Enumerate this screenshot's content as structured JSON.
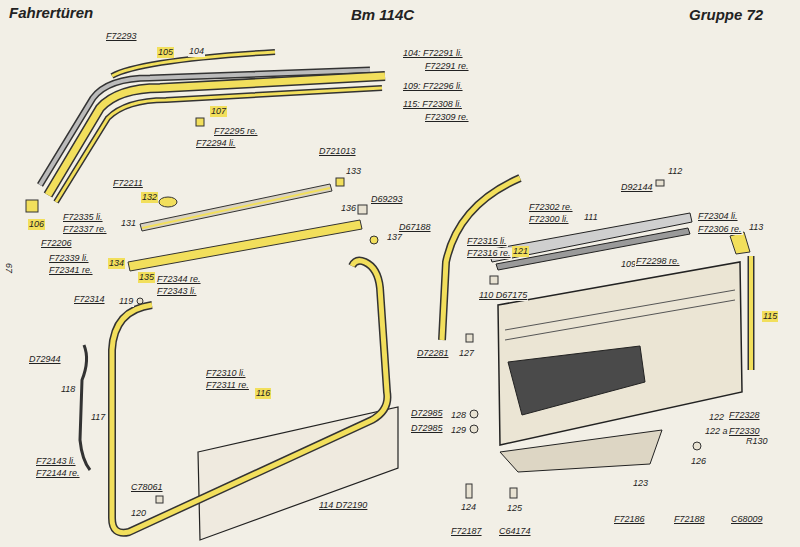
{
  "diagram": {
    "title": "Fahrertüren",
    "labels": [
      "Bm 114C",
      "Gruppe 72",
      "67",
      "F72293",
      "105",
      "104",
      "104: F72291 li.",
      "F72291 re.",
      "109: F72296 li.",
      "115: F72308 li.",
      "F72309 re.",
      "107",
      "F72295 re.",
      "F72294 li.",
      "D721013",
      "133",
      "F72211",
      "132",
      "F72335 li.",
      "F72337 re.",
      "131",
      "106",
      "F72206",
      "136",
      "D69293",
      "137",
      "D67188",
      "F72339 li.",
      "F72341 re.",
      "134",
      "135",
      "F72344 re.",
      "F72343 li.",
      "F72314",
      "119",
      "D72944",
      "118",
      "117",
      "F72310 li.",
      "F72311 re.",
      "116",
      "F72143 li.",
      "F72144 re.",
      "C78061",
      "120",
      "114 D72190",
      "F72315 li.",
      "F72316 re.",
      "121",
      "D72281",
      "127",
      "110 D67175",
      "D72985",
      "128",
      "D72985",
      "129",
      "124",
      "F72187",
      "125",
      "C64174",
      "D92144",
      "112",
      "F72302 re.",
      "F72300 li.",
      "111",
      "F72304 li.",
      "F72306 re.",
      "113",
      "109",
      "F72298 re.",
      "115",
      "122",
      "F72328",
      "122 a",
      "F72330",
      "126",
      "R130",
      "123",
      "F72186",
      "F72188",
      "C68009"
    ]
  }
}
